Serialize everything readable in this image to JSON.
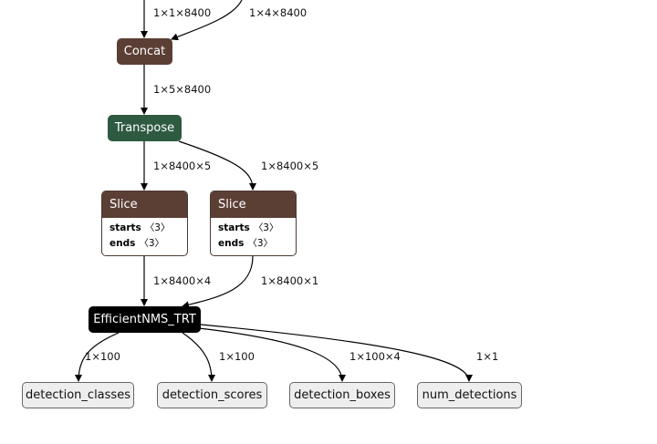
{
  "nodes": {
    "concat": {
      "label": "Concat"
    },
    "transpose": {
      "label": "Transpose"
    },
    "slice_left": {
      "label": "Slice",
      "attrs": [
        {
          "name": "starts",
          "value": "〈3〉"
        },
        {
          "name": "ends",
          "value": "〈3〉"
        }
      ]
    },
    "slice_right": {
      "label": "Slice",
      "attrs": [
        {
          "name": "starts",
          "value": "〈3〉"
        },
        {
          "name": "ends",
          "value": "〈3〉"
        }
      ]
    },
    "nms": {
      "label": "EfficientNMS_TRT"
    },
    "outputs": [
      "detection_classes",
      "detection_scores",
      "detection_boxes",
      "num_detections"
    ]
  },
  "edges": {
    "in_1": "1×1×8400",
    "in_2": "1×4×8400",
    "concat_transpose": "1×5×8400",
    "transpose_slice_left": "1×8400×5",
    "transpose_slice_right": "1×8400×5",
    "slice_left_nms": "1×8400×4",
    "slice_right_nms": "1×8400×1",
    "nms_out_0": "1×100",
    "nms_out_1": "1×100",
    "nms_out_2": "1×100×4",
    "nms_out_3": "1×1"
  },
  "colors": {
    "data_node": "#5b3f35",
    "transform_node": "#2e5a42",
    "custom_node": "#000000",
    "output_node": "#eeeeee"
  }
}
